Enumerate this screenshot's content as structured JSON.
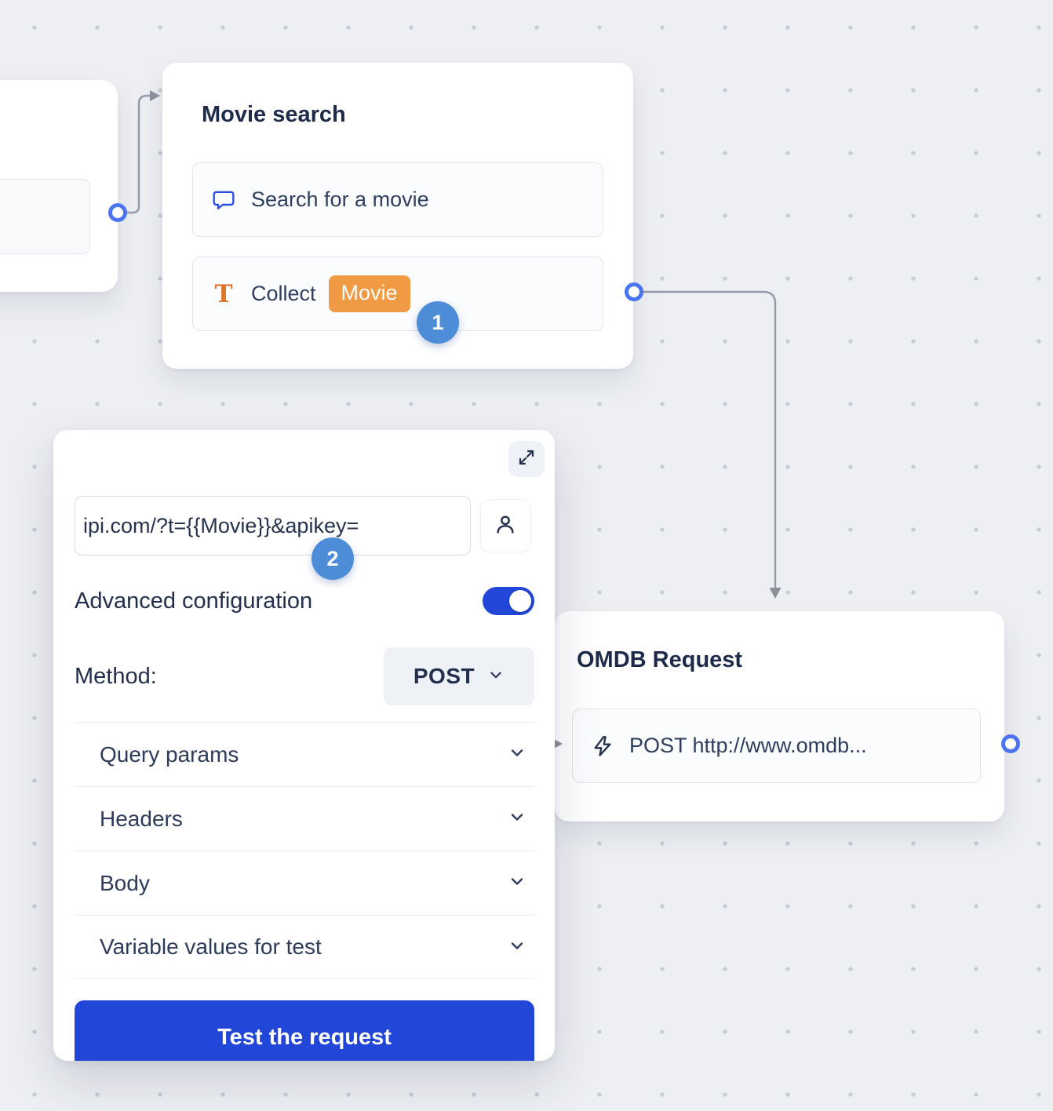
{
  "colors": {
    "accent_blue": "#2146d8",
    "step_badge_blue": "#4d8dd8",
    "variable_orange": "#f09a43",
    "icon_blue": "#2b4ee6",
    "icon_orange": "#e0762e",
    "navy_text": "#22304e",
    "connector_gray": "#959ba8",
    "node_ring_blue": "#4b74f0"
  },
  "icons": {
    "text_icon_glyph": "T"
  },
  "movie_search_card": {
    "title": "Movie search",
    "rows": [
      {
        "icon": "chat-bubble-icon",
        "label": "Search for a movie"
      },
      {
        "icon": "text-input-icon",
        "label": "Collect",
        "variable_badge": "Movie"
      }
    ],
    "step_badge": "1"
  },
  "omdb_card": {
    "title": "OMDB Request",
    "request_row": {
      "icon": "lightning-icon",
      "label": "POST http://www.omdb..."
    }
  },
  "editor_panel": {
    "url_input_value": "ipi.com/?t={{Movie}}&apikey=",
    "step_badge": "2",
    "advanced_configuration_label": "Advanced configuration",
    "advanced_configuration_enabled": true,
    "method_label": "Method:",
    "method_value": "POST",
    "sections": [
      {
        "label": "Query params"
      },
      {
        "label": "Headers"
      },
      {
        "label": "Body"
      },
      {
        "label": "Variable values for test"
      }
    ],
    "test_button_label": "Test the request"
  }
}
